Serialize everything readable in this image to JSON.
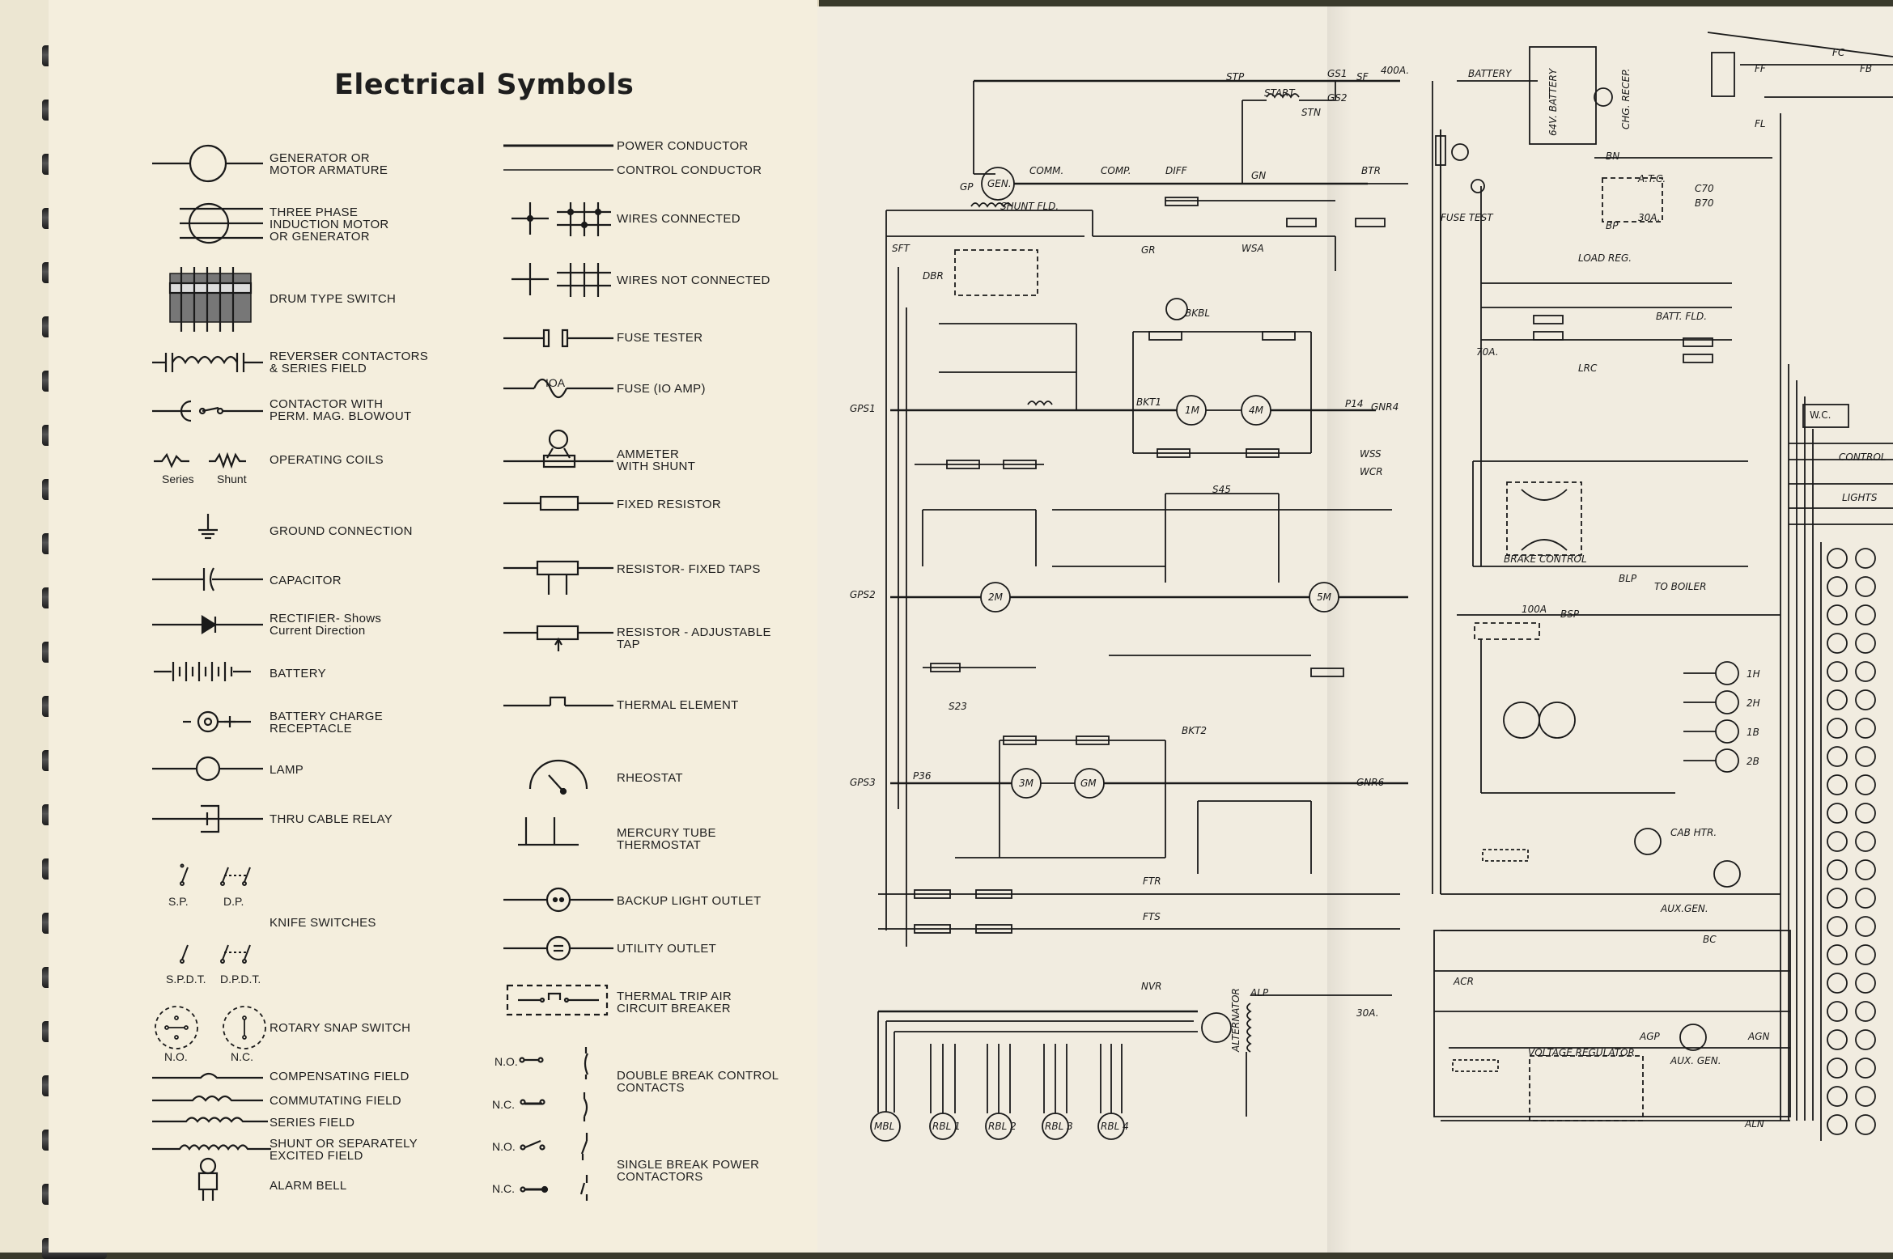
{
  "title": "Electrical Symbols",
  "symbols_left": [
    {
      "id": "gen",
      "label": "GENERATOR OR\nMOTOR ARMATURE"
    },
    {
      "id": "three",
      "label": "THREE PHASE\nINDUCTION MOTOR\nOR GENERATOR"
    },
    {
      "id": "drum",
      "label": "DRUM TYPE SWITCH"
    },
    {
      "id": "rev",
      "label": "REVERSER CONTACTORS\n& SERIES FIELD"
    },
    {
      "id": "contactor",
      "label": "CONTACTOR WITH\nPERM. MAG. BLOWOUT"
    },
    {
      "id": "coils",
      "label": "OPERATING COILS"
    },
    {
      "id": "ground",
      "label": "GROUND CONNECTION"
    },
    {
      "id": "cap",
      "label": "CAPACITOR"
    },
    {
      "id": "rect",
      "label": "RECTIFIER- Shows\nCurrent Direction"
    },
    {
      "id": "batt",
      "label": "BATTERY"
    },
    {
      "id": "bcr",
      "label": "BATTERY CHARGE\nRECEPTACLE"
    },
    {
      "id": "lamp",
      "label": "LAMP"
    },
    {
      "id": "thru",
      "label": "THRU CABLE RELAY"
    },
    {
      "id": "knife",
      "label": "KNIFE SWITCHES"
    },
    {
      "id": "rotary",
      "label": "ROTARY SNAP SWITCH"
    },
    {
      "id": "comp",
      "label": "COMPENSATING FIELD"
    },
    {
      "id": "commut",
      "label": "COMMUTATING FIELD"
    },
    {
      "id": "series",
      "label": "SERIES FIELD"
    },
    {
      "id": "shunt",
      "label": "SHUNT OR SEPARATELY\nEXCITED FIELD"
    },
    {
      "id": "bell",
      "label": "ALARM BELL"
    }
  ],
  "symbols_right": [
    {
      "id": "power",
      "label": "POWER CONDUCTOR"
    },
    {
      "id": "control",
      "label": "CONTROL CONDUCTOR"
    },
    {
      "id": "wc",
      "label": "WIRES CONNECTED"
    },
    {
      "id": "wnc",
      "label": "WIRES NOT CONNECTED"
    },
    {
      "id": "fuset",
      "label": "FUSE TESTER"
    },
    {
      "id": "fuse",
      "label": "FUSE (IO AMP)"
    },
    {
      "id": "amm",
      "label": "AMMETER\nWITH SHUNT"
    },
    {
      "id": "fres",
      "label": "FIXED RESISTOR"
    },
    {
      "id": "rtaps",
      "label": "RESISTOR- FIXED TAPS"
    },
    {
      "id": "radj",
      "label": "RESISTOR - ADJUSTABLE\n              TAP"
    },
    {
      "id": "therm",
      "label": "THERMAL ELEMENT"
    },
    {
      "id": "rheo",
      "label": "RHEOSTAT"
    },
    {
      "id": "merc",
      "label": "MERCURY TUBE\nTHERMOSTAT"
    },
    {
      "id": "backup",
      "label": "BACKUP LIGHT OUTLET"
    },
    {
      "id": "util",
      "label": "UTILITY OUTLET"
    },
    {
      "id": "ttac",
      "label": "THERMAL TRIP AIR\nCIRCUIT BREAKER"
    },
    {
      "id": "dbc",
      "label": "DOUBLE BREAK CONTROL\nCONTACTS"
    },
    {
      "id": "sbp",
      "label": "SINGLE BREAK POWER\nCONTACTORS"
    }
  ],
  "sub_labels": {
    "series": "Series",
    "shunt": "Shunt",
    "sp": "S.P.",
    "dp": "D.P.",
    "spdt": "S.P.D.T.",
    "dpdt": "D.P.D.T.",
    "no": "N.O.",
    "nc": "N.C.",
    "ioa": "IOA",
    "no1": "N.O.",
    "nc1": "N.C.",
    "no2": "N.O.",
    "nc2": "N.C."
  },
  "diagram_labels": {
    "stp": "STP",
    "gs1": "GS1",
    "sf": "SF",
    "a400": "400A.",
    "gs2": "GS2",
    "battery": "BATTERY",
    "start": "START",
    "stn": "STN",
    "gp": "GP",
    "gen": "GEN.",
    "comm": "COMM.",
    "comp": "COMP.",
    "diff": "DIFF",
    "gn": "GN",
    "btr": "BTR",
    "shuntfld": "SHUNT FLD.",
    "sft": "SFT",
    "dbr": "DBR",
    "gr": "GR",
    "wsa": "WSA",
    "bkbl": "BKBL",
    "bkt1": "BKT1",
    "gps1": "GPS1",
    "gps2": "GPS2",
    "gps3": "GPS3",
    "m1": "1M",
    "m2": "2M",
    "m3": "3M",
    "m4": "4M",
    "m5": "5M",
    "gm": "GM",
    "p14": "P14",
    "gnr4": "GNR4",
    "wss": "WSS",
    "wcr": "WCR",
    "s45": "S45",
    "s23": "S23",
    "p36": "P36",
    "bkt2": "BKT2",
    "gnr6": "GNR6",
    "ftr": "FTR",
    "fts": "FTS",
    "nvr": "NVR",
    "alternator": "ALTERNATOR",
    "alp": "ALP",
    "a30": "30A.",
    "mbl": "MBL",
    "rbl1": "RBL 1",
    "rbl2": "RBL 2",
    "rbl3": "RBL 3",
    "rbl4": "RBL 4",
    "fusetest": "FUSE TEST",
    "loadreg": "LOAD REG.",
    "battfld": "BATT. FLD.",
    "lrc": "LRC",
    "a70": "70A.",
    "brake": "BRAKE CONTROL",
    "toboiler": "TO BOILER",
    "blp": "BLP",
    "bsp": "BSP",
    "a100": "100A",
    "cabhtr": "CAB HTR.",
    "augen": "AUX.GEN.",
    "acr": "ACR",
    "agp": "AGP",
    "agn": "AGN",
    "voltreg": "VOLTAGE REGULATOR",
    "auxgen2": "AUX. GEN.",
    "aln": "ALN",
    "wc": "W.C.",
    "control": "CONTROL",
    "lights": "LIGHTS",
    "fc": "FC",
    "fb": "FB",
    "ff": "FF",
    "fl": "FL",
    "bn": "BN",
    "bp": "BP",
    "atc": "A.T.C.",
    "c70": "C70",
    "b70": "B70",
    "a30b": "30A.",
    "chgrecep": "CHG. RECEP.",
    "v64": "64V. BATTERY",
    "h1": "1H",
    "h2": "2H",
    "b1": "1B",
    "b2": "2B",
    "bc": "BC"
  }
}
